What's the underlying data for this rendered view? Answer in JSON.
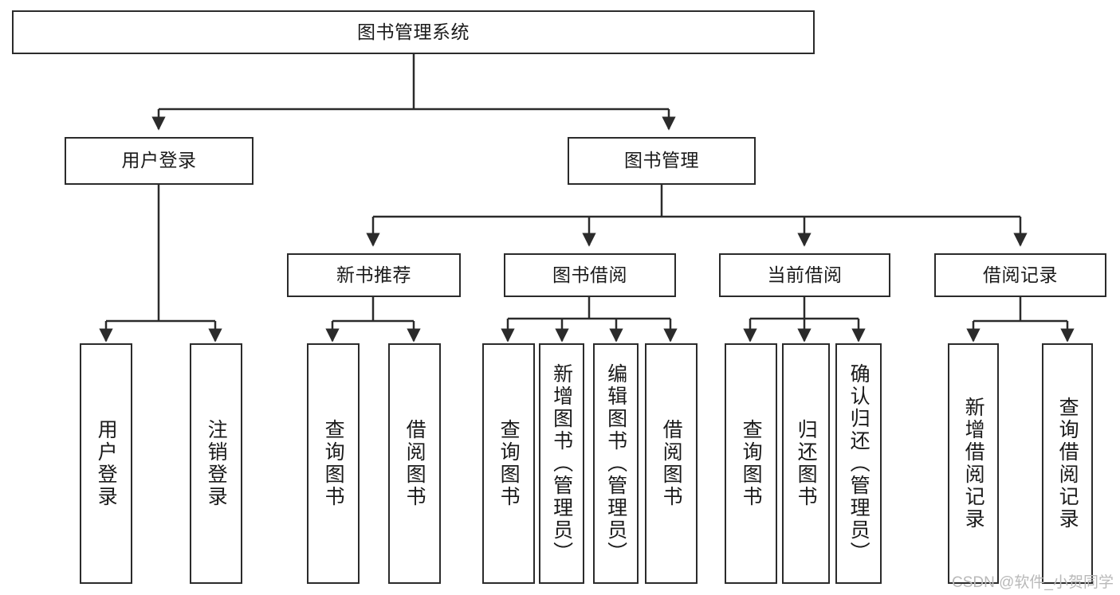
{
  "diagram": {
    "type": "tree",
    "title": "图书管理系统",
    "watermark": "CSDN @软件_小贺同学",
    "colors": {
      "background": "#ffffff",
      "node_border": "#2b2b2b",
      "node_fill": "#ffffff",
      "edge": "#2b2b2b",
      "text": "#1a1a1a",
      "watermark": "#b9b9b9"
    },
    "nodes": {
      "root": {
        "label": "图书管理系统"
      },
      "level1": [
        {
          "label": "用户登录"
        },
        {
          "label": "图书管理"
        }
      ],
      "level2": [
        {
          "label": "新书推荐"
        },
        {
          "label": "图书借阅"
        },
        {
          "label": "当前借阅"
        },
        {
          "label": "借阅记录"
        }
      ],
      "leaves": {
        "user_login": [
          {
            "label": "用户登录"
          },
          {
            "label": "注销登录"
          }
        ],
        "new_book": [
          {
            "label": "查询图书"
          },
          {
            "label": "借阅图书"
          }
        ],
        "book_borrow": [
          {
            "label": "查询图书"
          },
          {
            "label": "新增图书（管理员）"
          },
          {
            "label": "编辑图书（管理员）"
          },
          {
            "label": "借阅图书"
          }
        ],
        "current_borrow": [
          {
            "label": "查询图书"
          },
          {
            "label": "归还图书"
          },
          {
            "label": "确认归还（管理员）"
          }
        ],
        "borrow_record": [
          {
            "label": "新增借阅记录"
          },
          {
            "label": "查询借阅记录"
          }
        ]
      }
    }
  }
}
